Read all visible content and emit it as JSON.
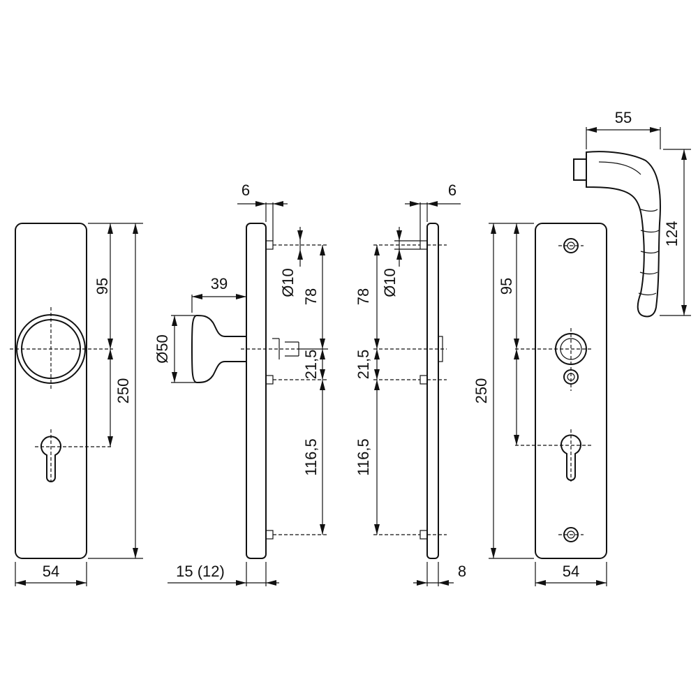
{
  "dimensions": {
    "left_width": "54",
    "left_top_95": "95",
    "left_250": "250",
    "side_6_left": "6",
    "side_39": "39",
    "side_d50": "Ø50",
    "side_d10_left": "Ø10",
    "side_78_left": "78",
    "side_21_5_left": "21,5",
    "side_116_5_left": "116,5",
    "side_15_12": "15 (12)",
    "side_6_right": "6",
    "side_78_right": "78",
    "side_d10_right": "Ø10",
    "side_21_5_right": "21,5",
    "side_116_5_right": "116,5",
    "side_8": "8",
    "right_95": "95",
    "right_250": "250",
    "right_width": "54",
    "handle_55": "55",
    "handle_124": "124"
  }
}
